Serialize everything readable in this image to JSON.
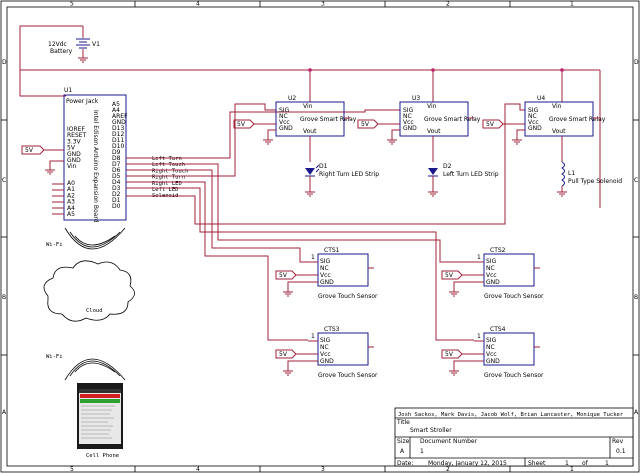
{
  "border": {
    "cols_top": [
      "5",
      "4",
      "3",
      "2",
      "1"
    ],
    "rows_side": [
      "D",
      "C",
      "B",
      "A"
    ]
  },
  "battery": {
    "voltage": "12Vdc",
    "type": "Battery",
    "ref": "V1"
  },
  "u1": {
    "ref": "U1",
    "vertical_label": "Intel Edison Arduino Expansion Board",
    "top_label": "Power Jack",
    "left_pins": [
      "IOREF",
      "RESET",
      "3.3V",
      "5V",
      "GND",
      "GND",
      "Vin",
      "A0",
      "A1",
      "A2",
      "A3",
      "A4",
      "A5"
    ],
    "right_pins": [
      "A5",
      "A4",
      "AREF",
      "GND",
      "D13",
      "D12",
      "D11",
      "D10",
      "D9",
      "D8",
      "D7",
      "D6",
      "D5",
      "D4",
      "D3",
      "D2",
      "D1",
      "D0"
    ],
    "supply": "5V"
  },
  "nets": [
    "Left Turn",
    "Left Touch",
    "Right Touch",
    "Right Turn",
    "Right LED",
    "Left LED",
    "Solenoid"
  ],
  "relays": [
    {
      "ref": "U2",
      "title": "Grove Smart Relay",
      "pins": [
        "SIG",
        "NC",
        "Vcc",
        "GND"
      ],
      "vin": "Vin",
      "vout": "Vout",
      "supply": "5V"
    },
    {
      "ref": "U3",
      "title": "Grove Smart Relay",
      "pins": [
        "SIG",
        "NC",
        "Vcc",
        "GND"
      ],
      "vin": "Vin",
      "vout": "Vout",
      "supply": "5V"
    },
    {
      "ref": "U4",
      "title": "Grove Smart Relay",
      "pins": [
        "SIG",
        "NC",
        "Vcc",
        "GND"
      ],
      "vin": "Vin",
      "vout": "Vout",
      "supply": "5V"
    }
  ],
  "loads": [
    {
      "ref": "D1",
      "label": "Right Turn LED Strip"
    },
    {
      "ref": "D2",
      "label": "Left Turn LED Strip"
    },
    {
      "ref": "L1",
      "label": "Pull Type Solenoid"
    }
  ],
  "sensors": [
    {
      "ref": "CTS1",
      "title": "Grove Touch Sensor",
      "pins": [
        "SIG",
        "NC",
        "Vcc",
        "GND"
      ],
      "supply": "5V",
      "pin1": "1"
    },
    {
      "ref": "CTS2",
      "title": "Grove Touch Sensor",
      "pins": [
        "SIG",
        "NC",
        "Vcc",
        "GND"
      ],
      "supply": "5V",
      "pin1": "1"
    },
    {
      "ref": "CTS3",
      "title": "Grove Touch Sensor",
      "pins": [
        "SIG",
        "NC",
        "Vcc",
        "GND"
      ],
      "supply": "5V",
      "pin1": "1"
    },
    {
      "ref": "CTS4",
      "title": "Grove Touch Sensor",
      "pins": [
        "SIG",
        "NC",
        "Vcc",
        "GND"
      ],
      "supply": "5V",
      "pin1": "1"
    }
  ],
  "wifi_label": "Wi-Fi",
  "cloud_label": "Cloud",
  "phone_label": "Cell Phone",
  "title_block": {
    "authors": "Josh Sackos, Mark Davis, Jacob Wolf, Brian Lancaster, Monique Tucker",
    "title_label": "Title",
    "title": "Smart Stroller",
    "size_label": "Size",
    "size": "A",
    "docnum_label": "Document Number",
    "docnum": "1",
    "rev_label": "Rev",
    "rev": "0.1",
    "date_label": "Date:",
    "date": "Monday, January 12, 2015",
    "sheet_label": "Sheet",
    "sheet": "1",
    "of_label": "of",
    "of": "1"
  },
  "colors": {
    "wire": "#a0203a",
    "part": "#1a1a8c",
    "junction": "#c0206a",
    "led": "#1a1a8c"
  }
}
